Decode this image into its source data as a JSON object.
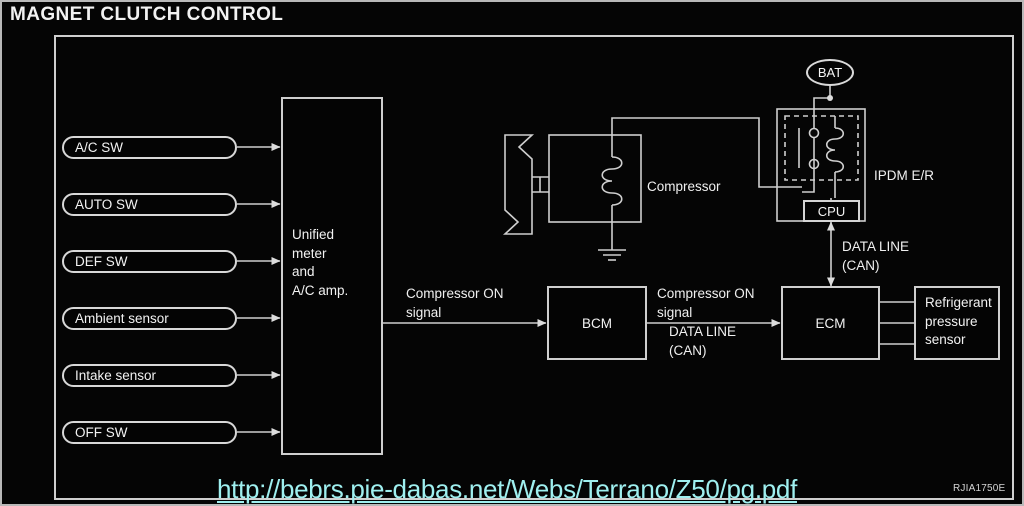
{
  "page": {
    "title": "MAGNET CLUTCH CONTROL",
    "figure_code": "RJIA1750E",
    "url_overlay": "http://bebrs.pie-dabas.net/Webs/Terrano/Z50/pg.pdf",
    "colors": {
      "background": "#050505",
      "line": "#cfcfcf",
      "text": "#f2f2f2",
      "url": "#9ff0f0"
    }
  },
  "inputs": [
    {
      "label": "A/C SW"
    },
    {
      "label": "AUTO SW"
    },
    {
      "label": "DEF SW"
    },
    {
      "label": "Ambient sensor"
    },
    {
      "label": "Intake sensor"
    },
    {
      "label": "OFF SW"
    }
  ],
  "blocks": {
    "unified_meter": "Unified\nmeter\nand\nA/C amp.",
    "bcm": "BCM",
    "ecm": "ECM",
    "cpu": "CPU",
    "bat": "BAT",
    "refrigerant_sensor": "Refrigerant\npressure\nsensor"
  },
  "labels": {
    "compressor": "Compressor",
    "ipdm": "IPDM E/R",
    "compressor_on_signal_left": "Compressor ON\nsignal",
    "compressor_on_signal_right": "Compressor ON\nsignal",
    "data_line_can_vertical": "DATA LINE\n(CAN)",
    "data_line_can_horizontal": "DATA LINE\n(CAN)"
  }
}
